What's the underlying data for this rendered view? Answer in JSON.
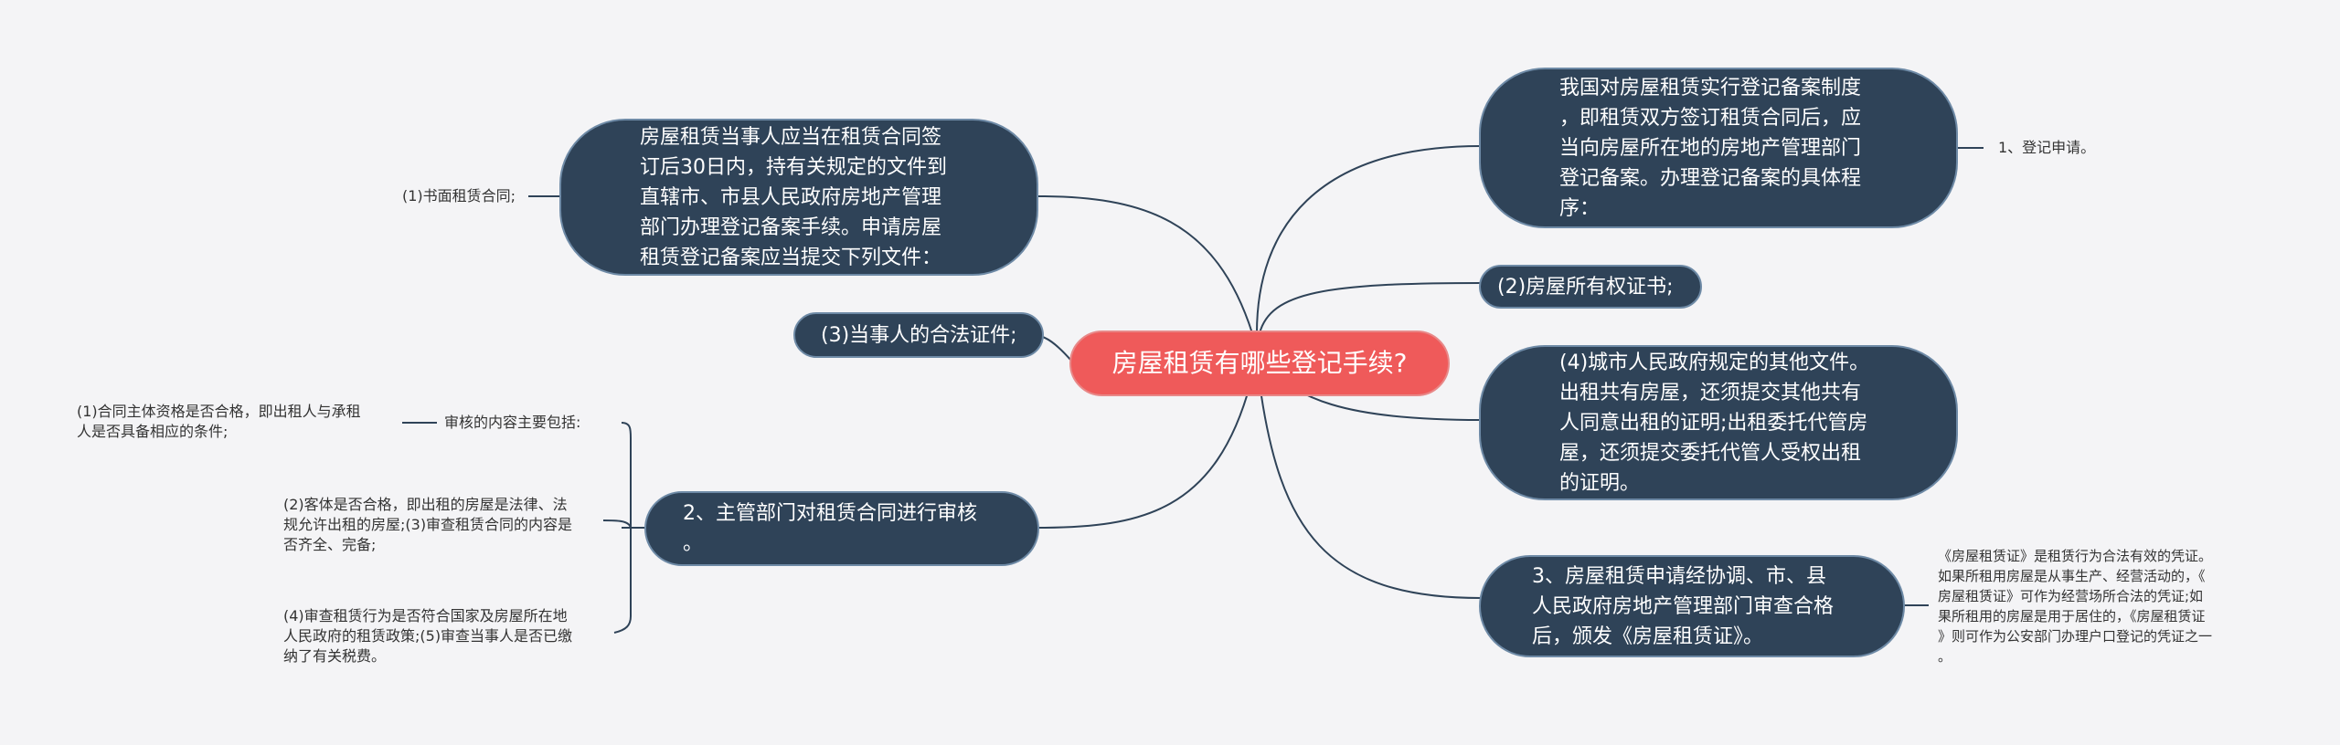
{
  "root": {
    "label": "房屋租赁有哪些登记手续?"
  },
  "branches": {
    "registration_intro": "我国对房屋租赁实行登记备案制度\n，即租赁双方签订租赁合同后，应\n当向房屋所在地的房地产管理部门\n登记备案。办理登记备案的具体程\n序：",
    "property_cert": "(2)房屋所有权证书;",
    "other_docs": "(4)城市人民政府规定的其他文件。\n出租共有房屋，还须提交其他共有\n人同意出租的证明;出租委托代管房\n屋，还须提交委托代管人受权出租\n的证明。",
    "step3": "3、房屋租赁申请经协调、市、县\n人民政府房地产管理部门审查合格\n后，颁发《房屋租赁证》。",
    "filing_docs": "房屋租赁当事人应当在租赁合同签\n订后30日内，持有关规定的文件到\n直辖市、市县人民政府房地产管理\n部门办理登记备案手续。申请房屋\n租赁登记备案应当提交下列文件：",
    "legal_id": "(3)当事人的合法证件;",
    "step2": "2、主管部门对租赁合同进行审核\n。"
  },
  "leaves": {
    "apply": "1、登记申请。",
    "lease_contract": "(1)书面租赁合同;",
    "cert_desc": "《房屋租赁证》是租赁行为合法有效的凭证。\n如果所租用房屋是从事生产、经营活动的，《\n房屋租赁证》可作为经营场所合法的凭证;如\n果所租用的房屋是用于居住的，《房屋租赁证\n》则可作为公安部门办理户口登记的凭证之一\n。",
    "review_header": "审核的内容主要包括:",
    "review1": "(1)合同主体资格是否合格，即出租人与承租\n人是否具备相应的条件;",
    "review2": "(2)客体是否合格，即出租的房屋是法律、法\n规允许出租的房屋;(3)审查租赁合同的内容是\n否齐全、完备;",
    "review3": "(4)审查租赁行为是否符合国家及房屋所在地\n人民政府的租赁政策;(5)审查当事人是否已缴\n纳了有关税费。"
  },
  "colors": {
    "background": "#f4f4f6",
    "root_fill": "#ef5a5a",
    "node_fill": "#2f4358",
    "node_border": "#6e8aa6",
    "connector": "#2f4358"
  }
}
